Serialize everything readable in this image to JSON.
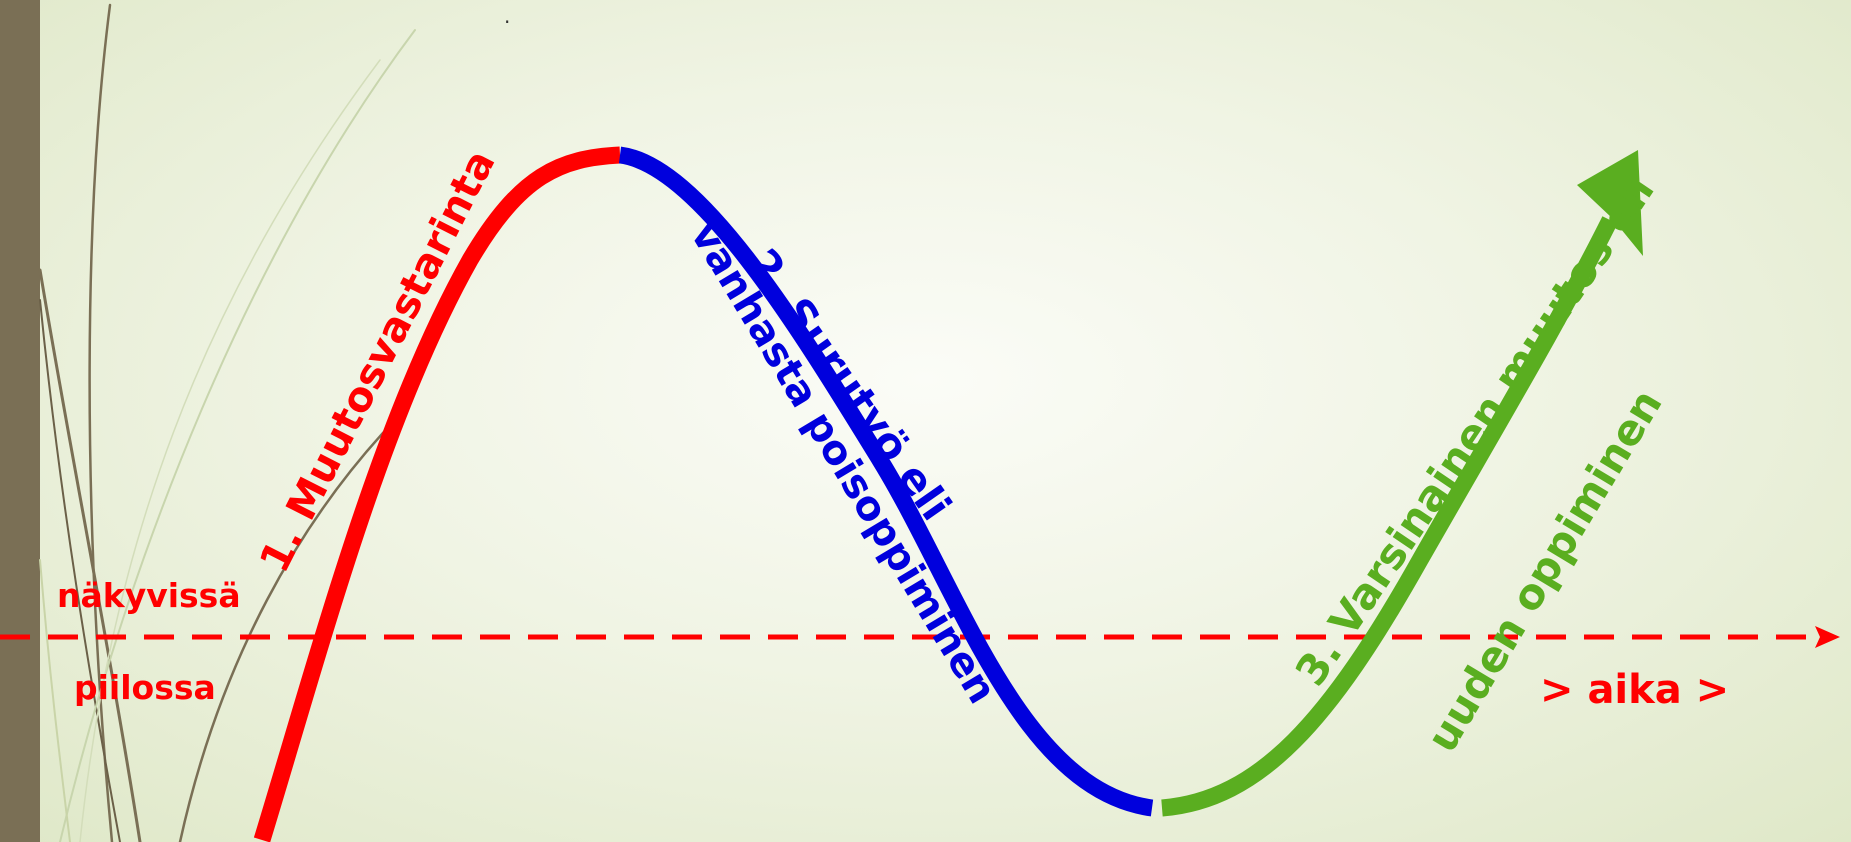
{
  "decor_dot": ".",
  "colors": {
    "resistance": "#ff0000",
    "grief": "#0000dd",
    "change": "#5aae20",
    "baseline": "#ff0000",
    "side_bar": "#7a6f55",
    "grass": "#7a6f55"
  },
  "labels": {
    "visible": "näkyvissä",
    "hidden": "piilossa",
    "time": "> aika >",
    "phase1": "1. Muutosvastarinta",
    "phase2_line1": "2. Surutyö eli",
    "phase2_line2": "vanhasta poisoppiminen",
    "phase3_line1": "3. Varsinainen muutos eli",
    "phase3_line2": "uuden oppiminen"
  }
}
